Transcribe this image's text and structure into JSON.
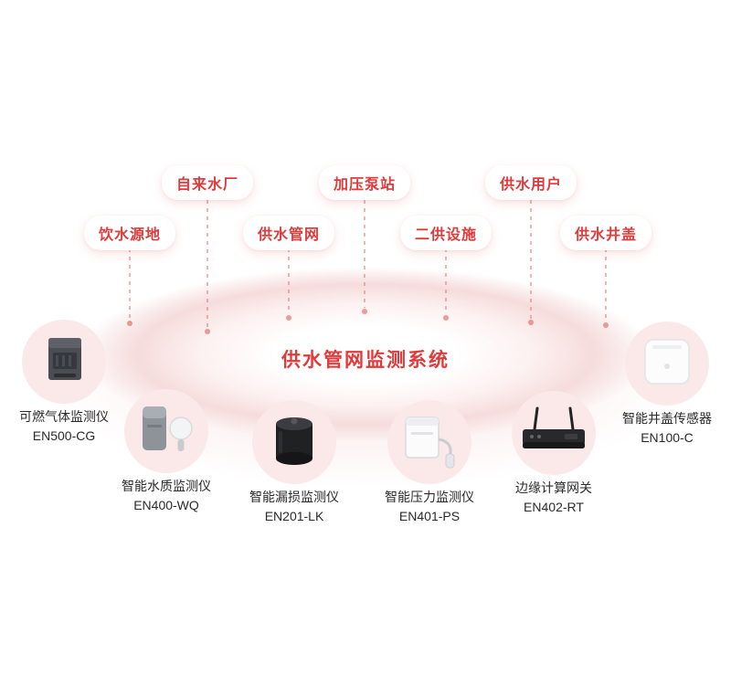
{
  "title": "供水管网监测系统",
  "pills": [
    {
      "text": "自来水厂"
    },
    {
      "text": "加压泵站"
    },
    {
      "text": "供水用户"
    },
    {
      "text": "饮水源地"
    },
    {
      "text": "供水管网"
    },
    {
      "text": "二供设施"
    },
    {
      "text": "供水井盖"
    }
  ],
  "devices": [
    {
      "name": "可燃气体监测仪",
      "model": "EN500-CG",
      "icon": "gas-detector-icon"
    },
    {
      "name": "智能水质监测仪",
      "model": "EN400-WQ",
      "icon": "water-quality-sensor-icon"
    },
    {
      "name": "智能漏损监测仪",
      "model": "EN201-LK",
      "icon": "leak-monitor-icon"
    },
    {
      "name": "智能压力监测仪",
      "model": "EN401-PS",
      "icon": "pressure-monitor-icon"
    },
    {
      "name": "边缘计算网关",
      "model": "EN402-RT",
      "icon": "edge-gateway-icon"
    },
    {
      "name": "智能井盖传感器",
      "model": "EN100-C",
      "icon": "manhole-sensor-icon"
    }
  ],
  "colors": {
    "accent_red": "#e23a3a",
    "pill_background": "#ffffff",
    "soft_pink_bubble": "#fbe9e9",
    "label_text": "#2b2b2b"
  }
}
